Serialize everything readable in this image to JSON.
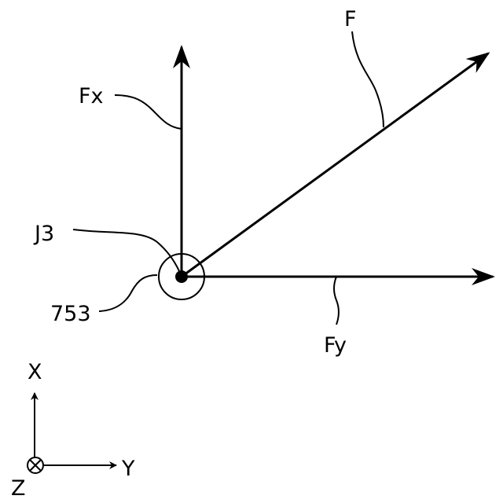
{
  "diagram": {
    "labels": {
      "force": "F",
      "force_x": "Fx",
      "force_y": "Fy",
      "joint": "J3",
      "part": "753"
    },
    "axes": {
      "x": "X",
      "y": "Y",
      "z": "Z"
    }
  }
}
